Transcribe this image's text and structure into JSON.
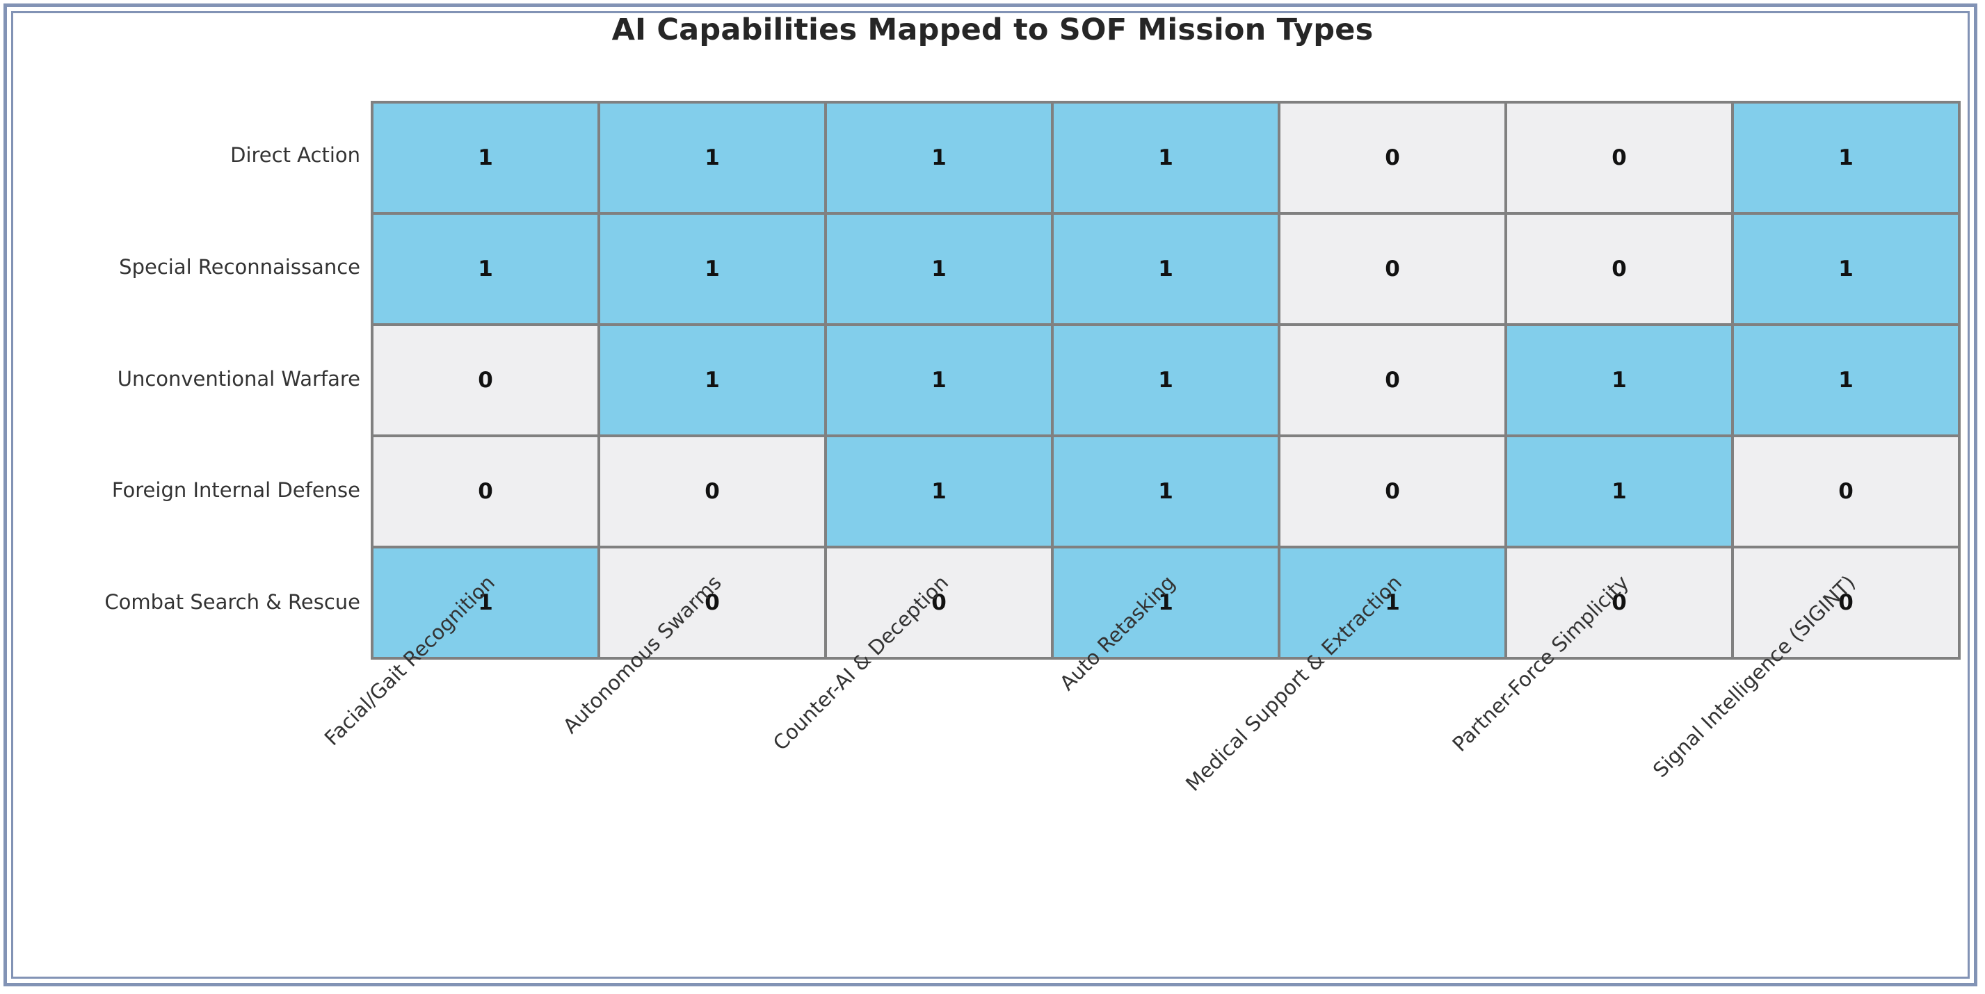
{
  "title": "AI Capabilities Mapped to SOF Mission Types",
  "colors": {
    "value_one": "#82ceeb",
    "value_zero": "#efeff1",
    "gridline": "#808080",
    "frame": "#8293b5",
    "title_text": "#262626",
    "label_text": "#333333",
    "cell_text": "#111111",
    "background": "#ffffff"
  },
  "chart_data": {
    "type": "heatmap",
    "title": "AI Capabilities Mapped to SOF Mission Types",
    "xlabel": "",
    "ylabel": "",
    "grid": true,
    "legend": "none",
    "annotations": "each cell labeled with its binary value",
    "colorscale": {
      "0": "#efeff1",
      "1": "#82ceeb"
    },
    "zlim": [
      0,
      1
    ],
    "x_tick_rotation": -45,
    "columns": [
      "Facial/Gait Recognition",
      "Autonomous Swarms",
      "Counter-AI & Deception",
      "Auto Retasking",
      "Medical Support & Extraction",
      "Partner-Force Simplicity",
      "Signal Intelligence (SIGINT)"
    ],
    "rows": [
      "Direct Action",
      "Special Reconnaissance",
      "Unconventional Warfare",
      "Foreign Internal Defense",
      "Combat Search & Rescue"
    ],
    "values": [
      [
        1,
        1,
        1,
        1,
        0,
        0,
        1
      ],
      [
        1,
        1,
        1,
        1,
        0,
        0,
        1
      ],
      [
        0,
        1,
        1,
        1,
        0,
        1,
        1
      ],
      [
        0,
        0,
        1,
        1,
        0,
        1,
        0
      ],
      [
        1,
        0,
        0,
        1,
        1,
        0,
        0
      ]
    ],
    "series": [
      {
        "name": "Direct Action",
        "values": [
          1,
          1,
          1,
          1,
          0,
          0,
          1
        ]
      },
      {
        "name": "Special Reconnaissance",
        "values": [
          1,
          1,
          1,
          1,
          0,
          0,
          1
        ]
      },
      {
        "name": "Unconventional Warfare",
        "values": [
          0,
          1,
          1,
          1,
          0,
          1,
          1
        ]
      },
      {
        "name": "Foreign Internal Defense",
        "values": [
          0,
          0,
          1,
          1,
          0,
          1,
          0
        ]
      },
      {
        "name": "Combat Search & Rescue",
        "values": [
          1,
          0,
          0,
          1,
          1,
          0,
          0
        ]
      }
    ]
  }
}
